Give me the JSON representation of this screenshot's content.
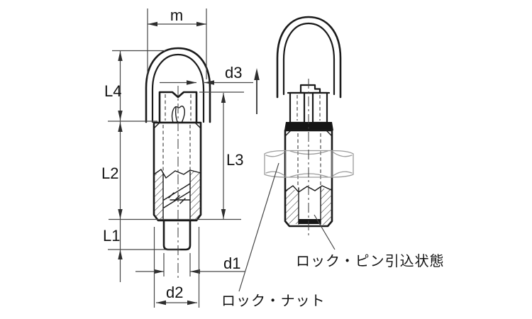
{
  "drawing": {
    "dimensions": {
      "m": "m",
      "d3": "d3",
      "L4": "L4",
      "L3": "L3",
      "L2": "L2",
      "L1": "L1",
      "d1": "d1",
      "d2": "d2"
    },
    "annotations": {
      "lock_nut": "ロック・ナット",
      "lock_pin_retracted": "ロック・ピン引込状態"
    },
    "colors": {
      "outline": "#1a1a1a",
      "dimension_line": "#474747",
      "phantom_nut": "#9c9c9c",
      "background": "#ffffff"
    }
  }
}
